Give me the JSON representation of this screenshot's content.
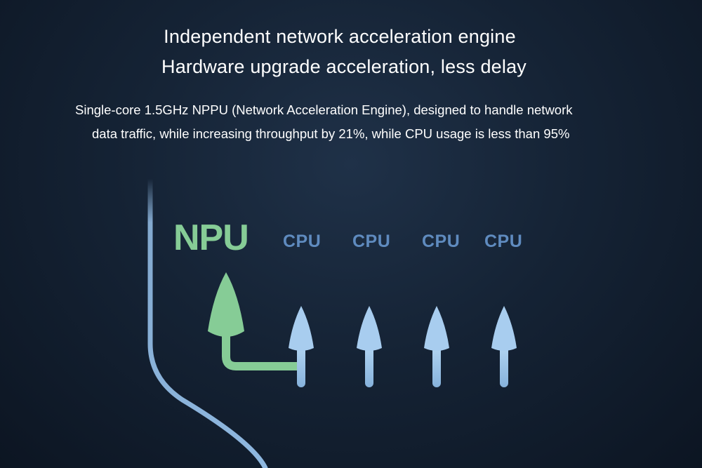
{
  "header": {
    "title_line1": "Independent network acceleration engine",
    "title_line2": "Hardware upgrade acceleration, less delay"
  },
  "description": {
    "line1": "Single-core 1.5GHz NPPU (Network Acceleration Engine), designed to handle network",
    "line2": "data traffic, while increasing throughput by 21%, while CPU usage is less than 95%"
  },
  "diagram": {
    "npu_label": "NPU",
    "cpu_lanes": [
      "CPU",
      "CPU",
      "CPU",
      "CPU"
    ]
  },
  "colors": {
    "background": "#152335",
    "npu_green": "#86cc96",
    "cpu_blue": "#5f8bbf",
    "arrow_blue": "#9cc6ea",
    "road_edge": "#8fb8e0"
  }
}
